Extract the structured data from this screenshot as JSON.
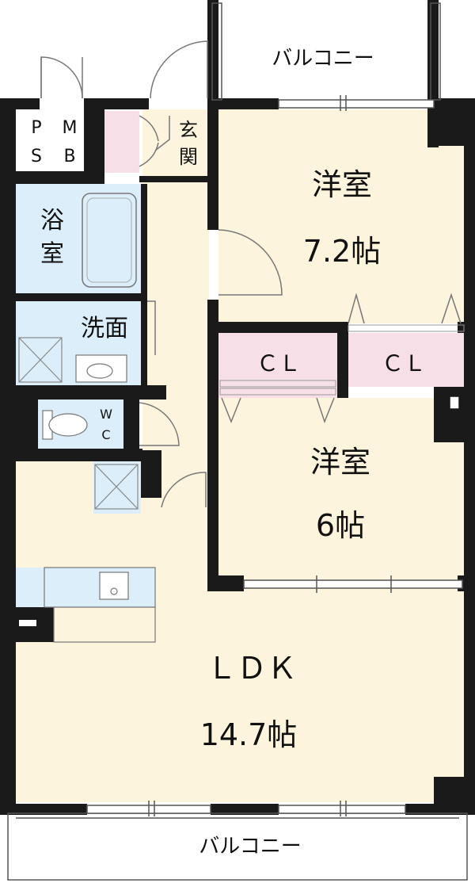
{
  "rooms": {
    "balcony_top": "バルコニー",
    "balcony_bottom": "バルコニー",
    "western1_name": "洋室",
    "western1_size": "7.2帖",
    "western2_name": "洋室",
    "western2_size": "6帖",
    "ldk_name": "ＬＤＫ",
    "ldk_size": "14.7帖",
    "closet1": "ＣＬ",
    "closet2": "ＣＬ",
    "bath_line1": "浴",
    "bath_line2": "室",
    "washroom": "洗面",
    "entrance_line1": "玄",
    "entrance_line2": "関",
    "ps_p": "P",
    "ps_s": "S",
    "mb_m": "M",
    "mb_b": "B",
    "wc_w": "W",
    "wc_c": "C"
  },
  "colors": {
    "wall": "#1a1a1a",
    "living": "#fdf4dd",
    "wet": "#dbeefa",
    "closet": "#f7dfe8",
    "balcony": "#ffffff"
  }
}
